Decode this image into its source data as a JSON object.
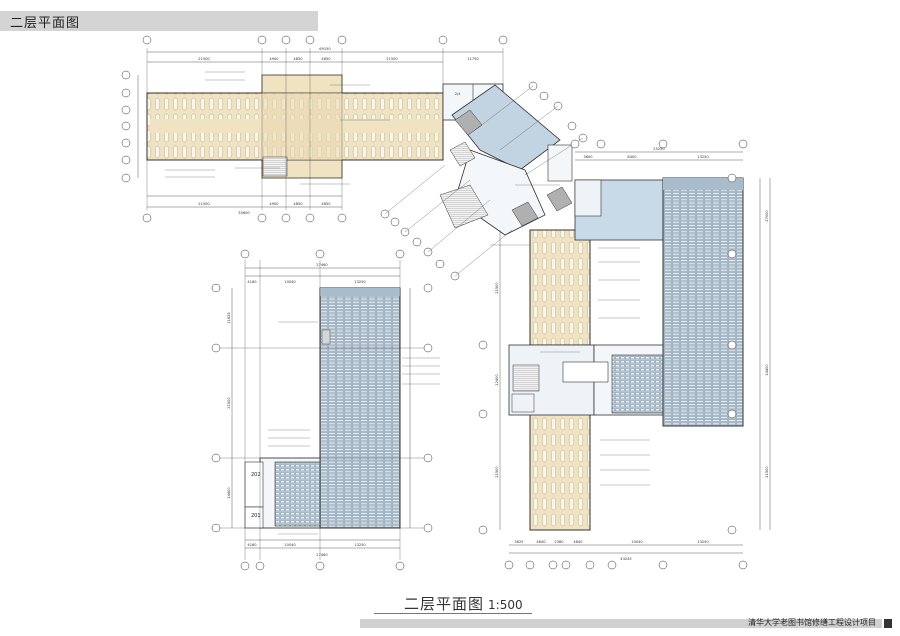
{
  "header": {
    "title": "二层平面图"
  },
  "caption": {
    "title": "二层平面图",
    "scale": "1:500"
  },
  "footer": {
    "project": "清华大学老图书馆修缮工程设计项目"
  },
  "colors": {
    "wing_tan": "#efe3c2",
    "wing_blue": "#c2d4e2",
    "stack_blue": "#a9bccb",
    "band": "#d4d4d4"
  },
  "dims": {
    "nw_top": [
      "21500",
      "4900",
      "4850",
      "4850",
      "21500",
      "11750"
    ],
    "nw_total": "69150",
    "nw_bottom": [
      "21500",
      "4900",
      "4850",
      "4850"
    ],
    "nw_bottom_total": "35600",
    "sw_top": [
      "4160",
      "10040",
      "13250"
    ],
    "sw_top_total": "27460",
    "sw_bottom": [
      "4160",
      "10040",
      "13250"
    ],
    "sw_bottom_total": "27460",
    "sw_side": [
      "11625",
      "21500",
      "14400"
    ],
    "e_top": [
      "3600",
      "8400",
      "13250"
    ],
    "e_top_total": "25250",
    "e_bottom": [
      "3625",
      "4840",
      "2380",
      "4840",
      "10040",
      "13250"
    ],
    "e_bottom_total": "43245",
    "e_side": [
      "27000",
      "14400",
      "21500"
    ],
    "e_vertical": [
      "21500",
      "12400",
      "21500"
    ]
  },
  "rooms": {
    "r202": "202",
    "r201": "201"
  }
}
